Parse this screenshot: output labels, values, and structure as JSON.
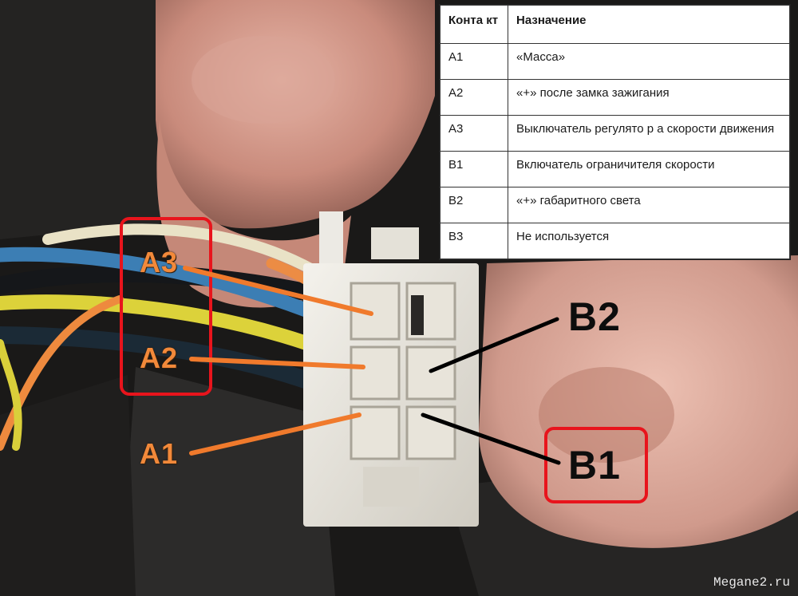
{
  "table": {
    "headers": [
      "Конта кт",
      "Назначение"
    ],
    "rows": [
      {
        "contact": "A1",
        "purpose": "«Масса»"
      },
      {
        "contact": "A2",
        "purpose": "«+» после замка зажигания"
      },
      {
        "contact": "A3",
        "purpose": "Выключатель регулято р а скорости движения"
      },
      {
        "contact": "B1",
        "purpose": "Включатель ограничителя скорости"
      },
      {
        "contact": "B2",
        "purpose": "«+» габаритного света"
      },
      {
        "contact": "B3",
        "purpose": "Не используется"
      }
    ]
  },
  "labels": {
    "a3": "A3",
    "a2": "A2",
    "a1": "A1",
    "b2": "B2",
    "b1": "B1"
  },
  "watermark": "Megane2.ru",
  "colors": {
    "highlight_box": "#e8141c",
    "orange_label": "#f2893a",
    "dark_label": "#0d0d0d",
    "pointer_orange": "#f07a2c",
    "pointer_black": "#000000"
  }
}
